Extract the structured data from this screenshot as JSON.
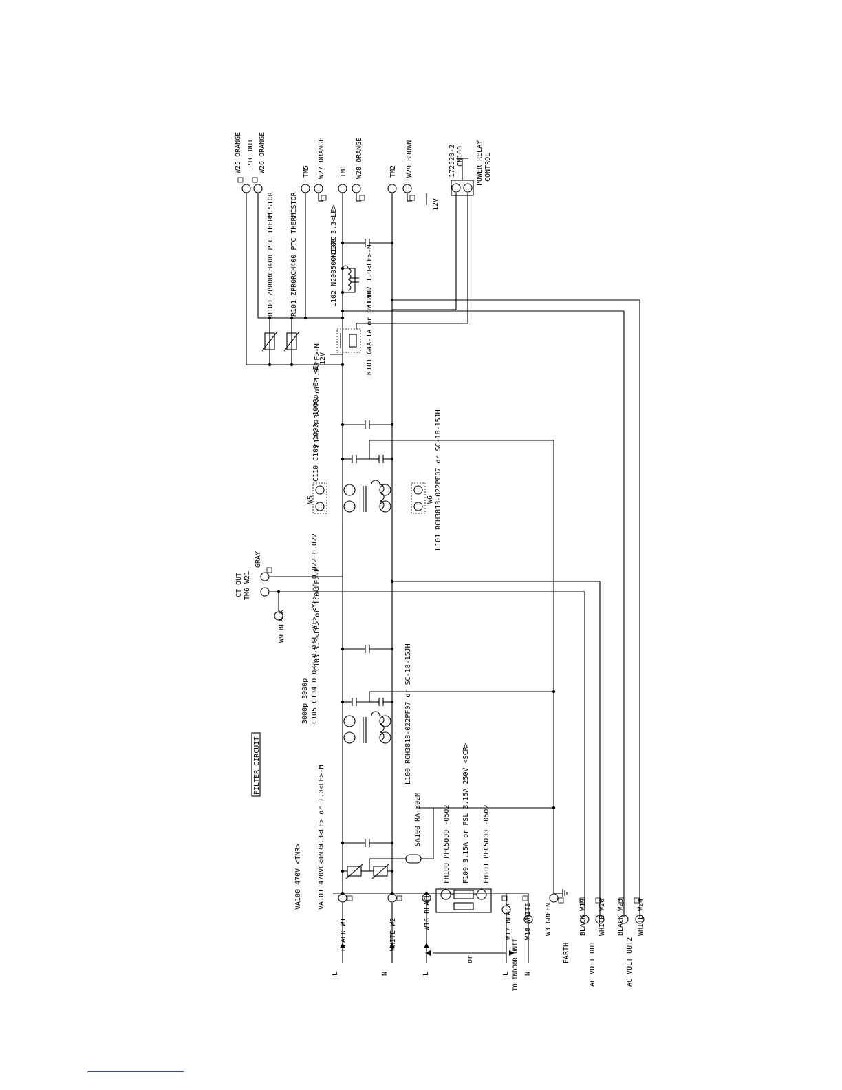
{
  "diagram": {
    "title": "FILTER CIRCUIT",
    "bottom_labels": [
      "BLACK W1",
      "WHITE W2",
      "W16 BLACK",
      "W17 BLACK",
      "W18 WHITE",
      "W3 GREEN",
      "EARTH",
      "BLACK W19",
      "WHITE W20",
      "BLACK W23",
      "WHITE W24",
      "AC VOLT OUT",
      "AC VOLT OUT2",
      "TO INDOOR UNIT",
      "L",
      "N",
      "L",
      "L",
      "N",
      "or"
    ],
    "top_labels": [
      "W25 ORANGE",
      "PTC OUT",
      "W26 ORANGE",
      "TM5",
      "W27 ORANGE",
      "TM1",
      "W28 ORANGE",
      "TM2",
      "W29 BROWN",
      "172520-2",
      "CN100",
      "POWER RELAY",
      "CONTROL",
      "12V"
    ],
    "mid_left_labels": [
      "CT OUT",
      "TM6 W21",
      "GRAY",
      "W9 BLACK"
    ],
    "component_labels": [
      "VA100 470V <TNR>",
      "VA101 470V <TNR>",
      "C100 3.3<LE> or 1.0<LE>-M",
      "SA100 RA-302M",
      "FH100 PFC5000 -0502",
      "F100 3.15A or FSL 3.15A 250V <SCR>",
      "FH101 PFC5000 -0502",
      "L100 RCH3818-022PF07 or SC-18-15JH",
      "C105 C104 0.033 0.033 <YE> <YE> or 0.022 0.022",
      "3000p 3000p",
      "C103 3.3<LE> or 1.0<LE>-M",
      "L101 RCH3818-022PF07 or SC-18-15JH",
      "W5",
      "W6",
      "C110 C109 1000p 1000p <E> <E>",
      "C106 3.3<LE> or 1.0<LE>-M",
      "K101 G4A-1A or DW12D1",
      "12V",
      "R101 ZPR0RCH400 PTC THERMISTOR",
      "R100 ZPR0RCH400 PTC THERMISTOR",
      "L102 N200500K107C",
      "C107 1.0<LE>-M",
      "C108 3.3<LE>"
    ]
  }
}
